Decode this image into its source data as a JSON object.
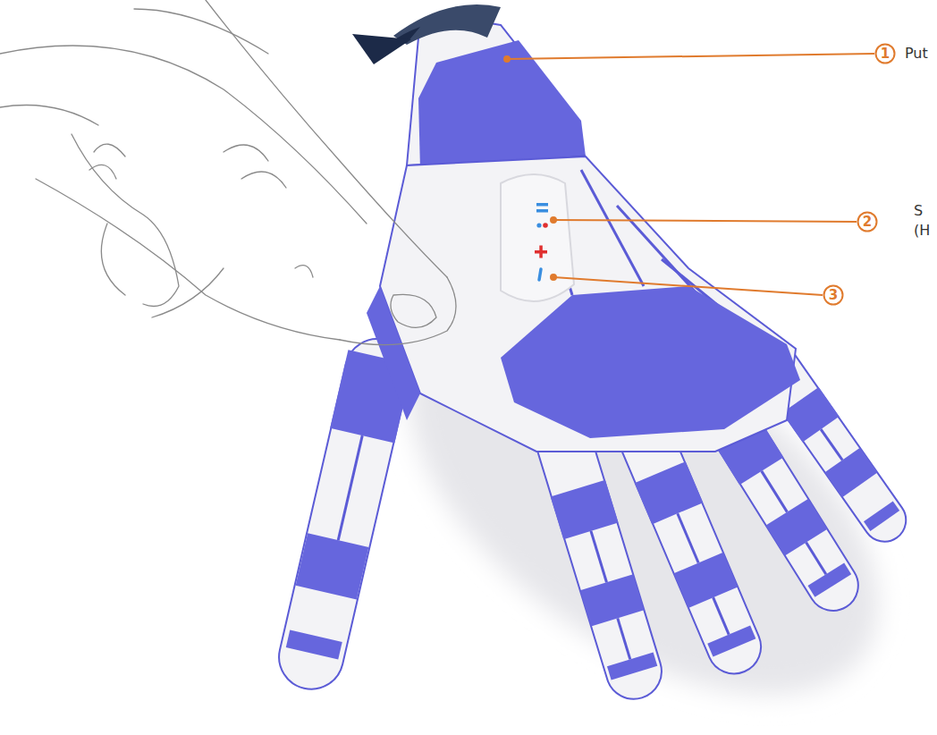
{
  "diagram": {
    "nodes": [
      {
        "text": [
          "1"
        ]
      },
      {
        "text": [
          "2"
        ]
      },
      {
        "text": [
          "3"
        ]
      }
    ],
    "labels": [
      "Put",
      "S (H"
    ]
  }
}
